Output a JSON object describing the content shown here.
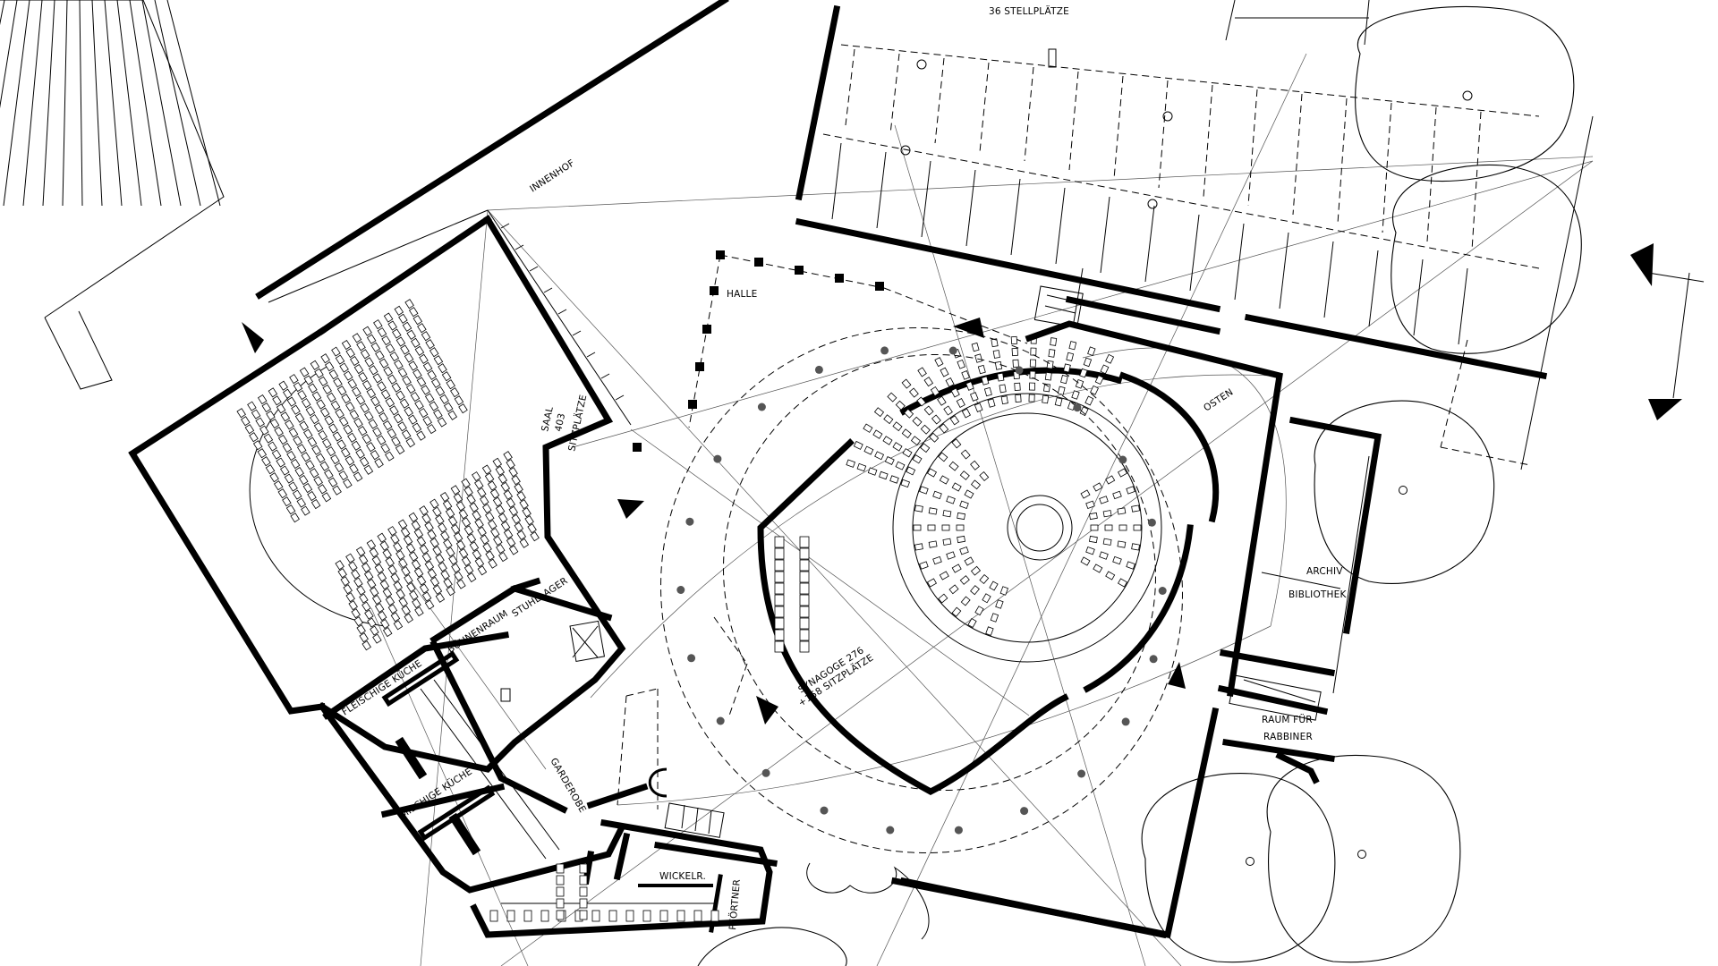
{
  "labels": {
    "parking": "36 STELLPLÄTZE",
    "innenhof": "INNENHOF",
    "halle": "HALLE",
    "saal": [
      "SAAL",
      "403",
      "SITZPLÄTZE"
    ],
    "osten": "OSTEN",
    "synagoge": [
      "SYNAGOGE 276",
      "+158 SITZPLÄTZE"
    ],
    "archiv": "ARCHIV",
    "bibliothek": "BIBLIOTHEK",
    "raum_rabbiner": [
      "RAUM FÜR",
      "RABBINER"
    ],
    "buehnenraum": "BÜHNENRAUM",
    "stuhllager": "STUHLLAGER",
    "fleischige_kueche": "FLEISCHIGE KÜCHE",
    "milchige_kueche": "MILCHIGE KÜCHE",
    "garderobe": "GARDEROBE",
    "wickelr": "WICKELR.",
    "pfoertner": "PFÖRTNER"
  },
  "icons": {
    "entrance_arrow": "triangle-arrow-icon",
    "tree": "tree-circle-icon",
    "column": "column-dot-icon",
    "section_marker": "section-marker-icon"
  },
  "colors": {
    "ink": "#000000",
    "paper": "#ffffff",
    "construction": "#555555"
  }
}
